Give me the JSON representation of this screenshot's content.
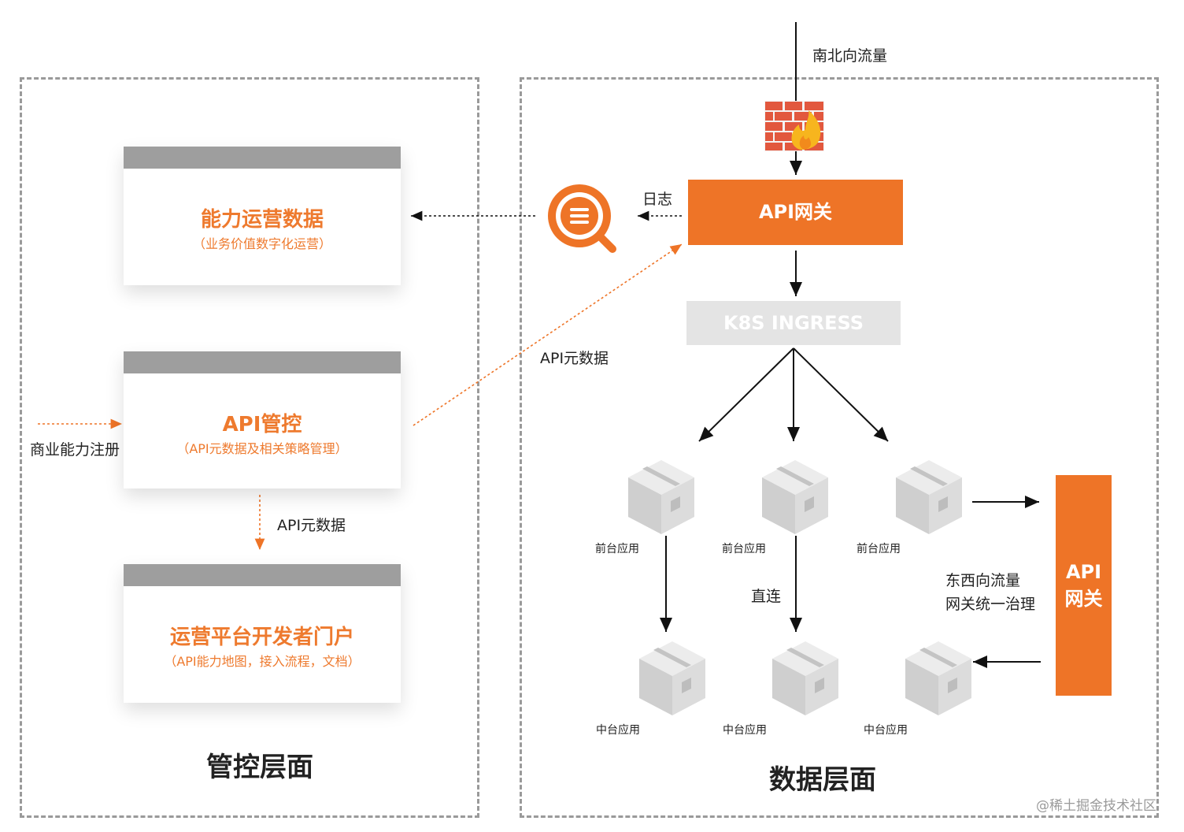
{
  "left_panel": {
    "title": "管控层面",
    "cards": [
      {
        "title": "能力运营数据",
        "subtitle": "（业务价值数字化运营）"
      },
      {
        "title": "API管控",
        "subtitle": "（API元数据及相关策略管理）"
      },
      {
        "title": "运营平台开发者门户",
        "subtitle": "（API能力地图，接入流程，文档）"
      }
    ],
    "register_label": "商业能力注册",
    "metadata_label_down": "API元数据"
  },
  "right_panel": {
    "title": "数据层面",
    "north_south_label": "南北向流量",
    "log_label": "日志",
    "gateway_label": "API网关",
    "metadata_label_diag": "API元数据",
    "ingress_label": "K8S INGRESS",
    "front_apps": [
      "前台应用",
      "前台应用",
      "前台应用"
    ],
    "middle_apps": [
      "中台应用",
      "中台应用",
      "中台应用"
    ],
    "direct_label": "直连",
    "east_west_line1": "东西向流量",
    "east_west_line2": "网关统一治理",
    "side_gateway_line1": "API",
    "side_gateway_line2": "网关"
  },
  "watermark": "@稀土掘金技术社区",
  "colors": {
    "accent": "#ee7427",
    "bar": "#9e9e9e",
    "border": "#9a9a9a",
    "ingress": "#e4e4e4"
  },
  "icons": [
    "firewall-icon",
    "log-search-icon",
    "package-box-icon"
  ]
}
